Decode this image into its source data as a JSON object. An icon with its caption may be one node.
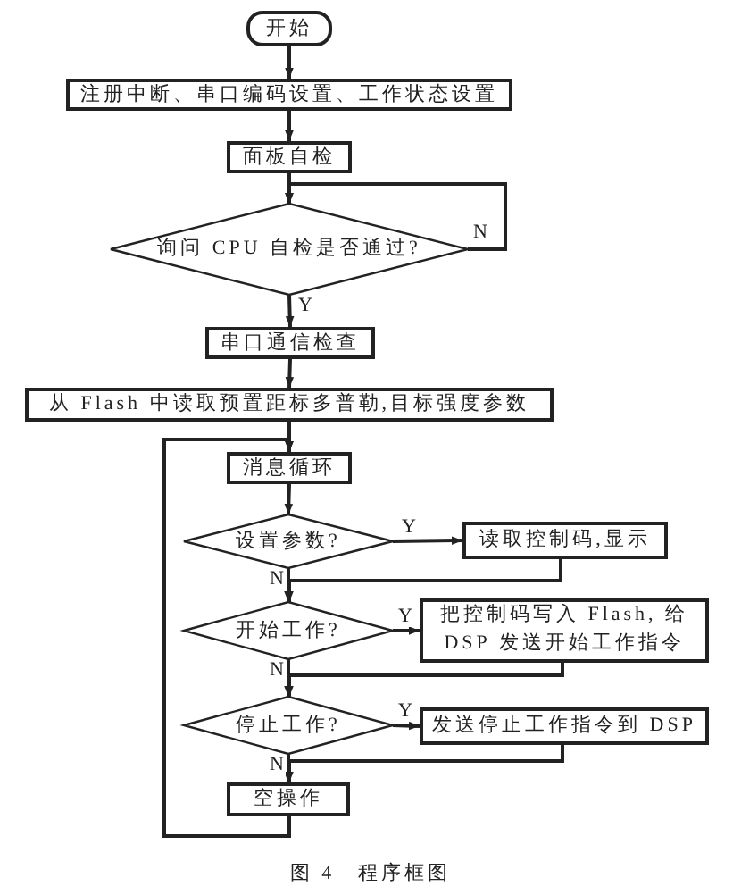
{
  "diagram": {
    "caption": "图 4　程序框图",
    "nodes": [
      {
        "text": [
          "开始"
        ]
      },
      {
        "text": [
          "注册中断、串口编码设置、工作状态设置"
        ]
      },
      {
        "text": [
          "面板自检"
        ]
      },
      {
        "text": [
          "询问 CPU 自检是否通过?"
        ]
      },
      {
        "text": [
          "串口通信检查"
        ]
      },
      {
        "text": [
          "从 Flash 中读取预置距标多普勒,目标强度参数"
        ]
      },
      {
        "text": [
          "消息循环"
        ]
      },
      {
        "text": [
          "设置参数?"
        ]
      },
      {
        "text": [
          "读取控制码,显示"
        ]
      },
      {
        "text": [
          "开始工作?"
        ]
      },
      {
        "text": [
          "把控制码写入 Flash, 给 DSP 发送开始工作指令"
        ]
      },
      {
        "text": [
          "停止工作?"
        ]
      },
      {
        "text": [
          "发送停止工作指令到 DSP"
        ]
      },
      {
        "text": [
          "空操作"
        ]
      }
    ],
    "edges": [
      {
        "from": 0,
        "to": 1,
        "arrow": "to"
      },
      {
        "from": 1,
        "to": 2,
        "arrow": "to"
      },
      {
        "from": 2,
        "to": 3,
        "arrow": "to"
      },
      {
        "from": 3,
        "to": 3,
        "arrow": "to",
        "label": "N"
      },
      {
        "from": 3,
        "to": 4,
        "arrow": "to",
        "label": "Y"
      },
      {
        "from": 4,
        "to": 5,
        "arrow": "to"
      },
      {
        "from": 5,
        "to": 6,
        "arrow": "to"
      },
      {
        "from": 6,
        "to": 7,
        "arrow": "to"
      },
      {
        "from": 7,
        "to": 8,
        "arrow": "to",
        "label": "Y"
      },
      {
        "from": 8,
        "to": 9,
        "arrow": "to"
      },
      {
        "from": 7,
        "to": 9,
        "arrow": "to",
        "label": "N"
      },
      {
        "from": 9,
        "to": 10,
        "arrow": "to",
        "label": "Y"
      },
      {
        "from": 10,
        "to": 11,
        "arrow": "to"
      },
      {
        "from": 9,
        "to": 11,
        "arrow": "to",
        "label": "N"
      },
      {
        "from": 11,
        "to": 12,
        "arrow": "to",
        "label": "Y"
      },
      {
        "from": 12,
        "to": 13,
        "arrow": "to"
      },
      {
        "from": 11,
        "to": 13,
        "arrow": "to",
        "label": "N"
      },
      {
        "from": 13,
        "to": 6,
        "arrow": "to"
      }
    ]
  }
}
